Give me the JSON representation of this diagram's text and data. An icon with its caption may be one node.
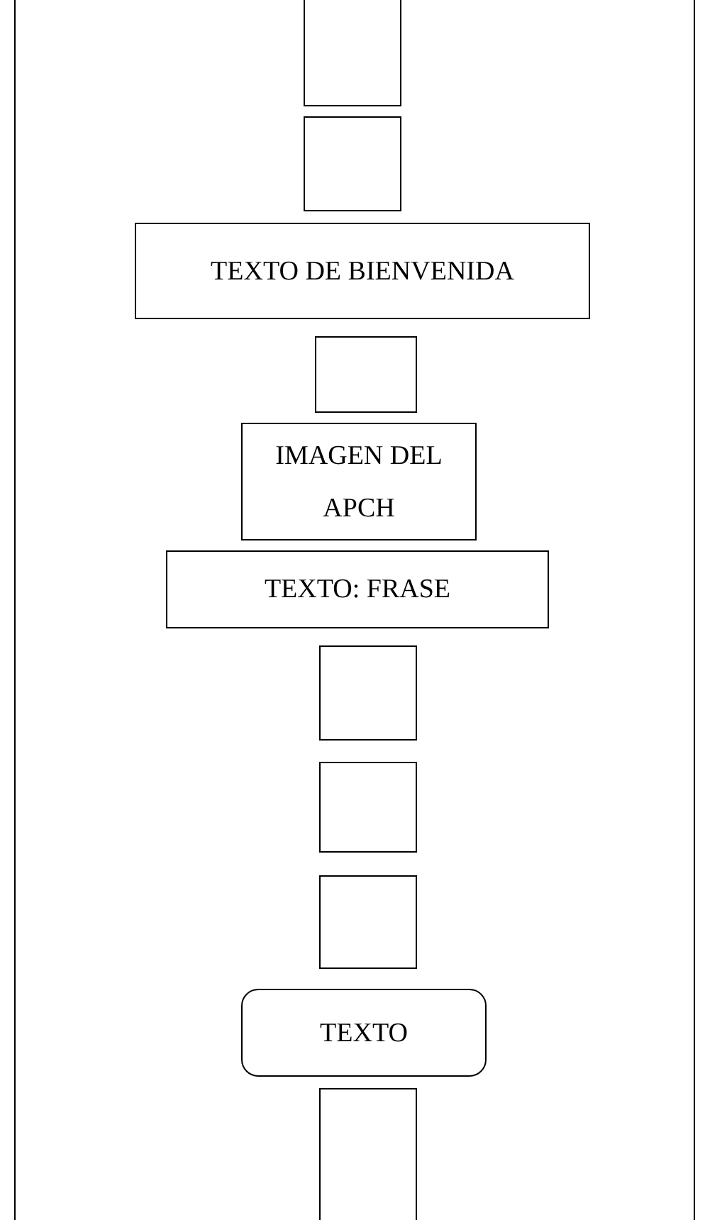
{
  "diagram": {
    "nodes": [
      {
        "text": [],
        "shape": "box"
      },
      {
        "text": [],
        "shape": "box",
        "in": 0
      },
      {
        "text": [],
        "shape": "box",
        "in": 0
      },
      {
        "text": [
          "TEXTO DE BIENVENIDA"
        ],
        "in": 0
      },
      {
        "text": [],
        "shape": "box",
        "in": 0
      },
      {
        "text": [
          "IMAGEN DEL APCH"
        ],
        "in": 0
      },
      {
        "text": [
          "TEXTO: FRASE"
        ],
        "in": 0
      },
      {
        "text": [],
        "shape": "box",
        "in": 0
      },
      {
        "text": [],
        "shape": "box",
        "in": 0
      },
      {
        "text": [],
        "shape": "box",
        "in": 0
      },
      {
        "text": [
          "TEXTO"
        ],
        "in": 0
      },
      {
        "text": [],
        "shape": "box",
        "in": 0
      }
    ],
    "edges": []
  }
}
